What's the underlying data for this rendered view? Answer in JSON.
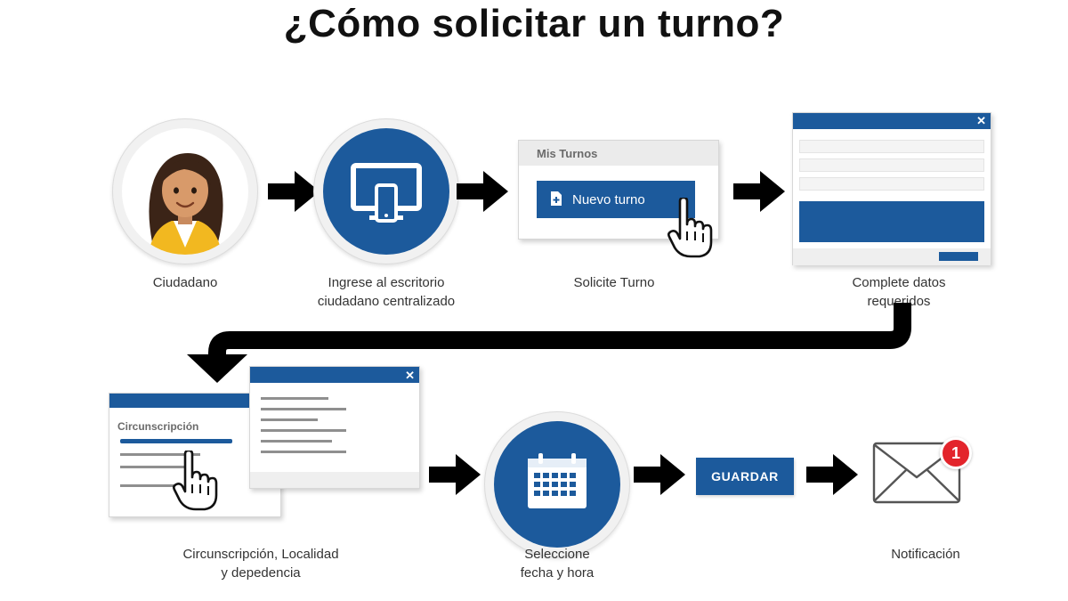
{
  "title": "¿Cómo solicitar un turno?",
  "steps": [
    {
      "lines": [
        "Ciudadano"
      ],
      "icon": "citizen-avatar"
    },
    {
      "lines": [
        "Ingrese al escritorio",
        "ciudadano centralizado"
      ],
      "icon": "devices-icon"
    },
    {
      "lines": [
        "Solicite Turno"
      ],
      "icon": "mis-turnos-panel"
    },
    {
      "lines": [
        "Complete datos",
        "requeridos"
      ],
      "icon": "form-window"
    },
    {
      "lines": [
        "Circunscripción, Localidad",
        "y depedencia"
      ],
      "icon": "circunscripcion-windows"
    },
    {
      "lines": [
        "Seleccione",
        "fecha y hora"
      ],
      "icon": "calendar-icon"
    },
    {
      "lines": [
        "Notificación"
      ],
      "icon": "envelope-icon"
    }
  ],
  "mis_turnos": {
    "header": "Mis Turnos",
    "button": "Nuevo turno"
  },
  "circunscripcion_label": "Circunscripción",
  "guardar_label": "GUARDAR",
  "notification_count": "1",
  "close_glyph": "✕",
  "colors": {
    "brand_blue": "#1c5a9c",
    "arrow": "#000000",
    "badge_red": "#e3242b"
  }
}
